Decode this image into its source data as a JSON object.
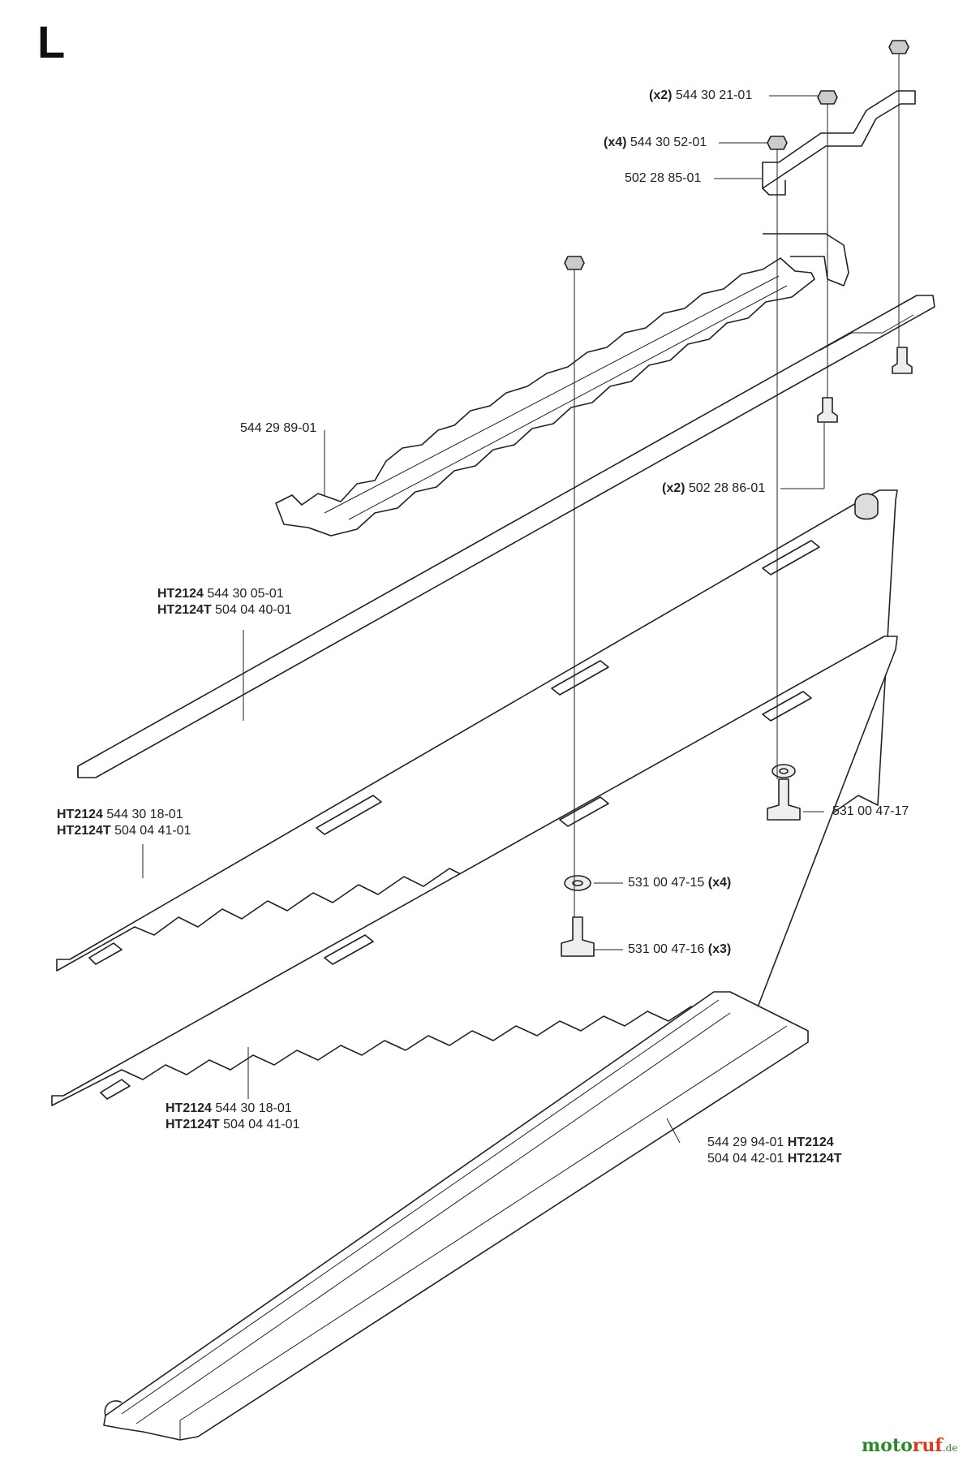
{
  "section_letter": "L",
  "parts": [
    {
      "id": "p1",
      "qty": "(x2)",
      "number": "544 30 21-01",
      "model": ""
    },
    {
      "id": "p2",
      "qty": "(x4)",
      "number": "544 30 52-01",
      "model": ""
    },
    {
      "id": "p3",
      "qty": "",
      "number": "502 28 85-01",
      "model": ""
    },
    {
      "id": "p4",
      "qty": "",
      "number": "544 29 89-01",
      "model": ""
    },
    {
      "id": "p5",
      "qty": "(x2)",
      "number": "502 28 86-01",
      "model": ""
    },
    {
      "id": "p6",
      "lines": [
        {
          "model": "HT2124",
          "number": "544 30 05-01"
        },
        {
          "model": "HT2124T",
          "number": "504 04 40-01"
        }
      ]
    },
    {
      "id": "p7",
      "number": "531 00 47-17"
    },
    {
      "id": "p8",
      "lines": [
        {
          "model": "HT2124",
          "number": "544 30 18-01"
        },
        {
          "model": "HT2124T",
          "number": "504 04 41-01"
        }
      ]
    },
    {
      "id": "p9",
      "number": "531 00 47-15",
      "qty": "(x4)"
    },
    {
      "id": "p10",
      "number": "531 00 47-16",
      "qty": "(x3)"
    },
    {
      "id": "p11",
      "lines": [
        {
          "model": "HT2124",
          "number": "544 30 18-01"
        },
        {
          "model": "HT2124T",
          "number": "504 04 41-01"
        }
      ]
    },
    {
      "id": "p12",
      "lines": [
        {
          "number": "544 29 94-01",
          "model": "HT2124"
        },
        {
          "number": "504 04 42-01",
          "model": "HT2124T"
        }
      ]
    }
  ],
  "watermark": {
    "brand_a": "moto",
    "brand_b": "ruf",
    "suffix": ".de"
  }
}
